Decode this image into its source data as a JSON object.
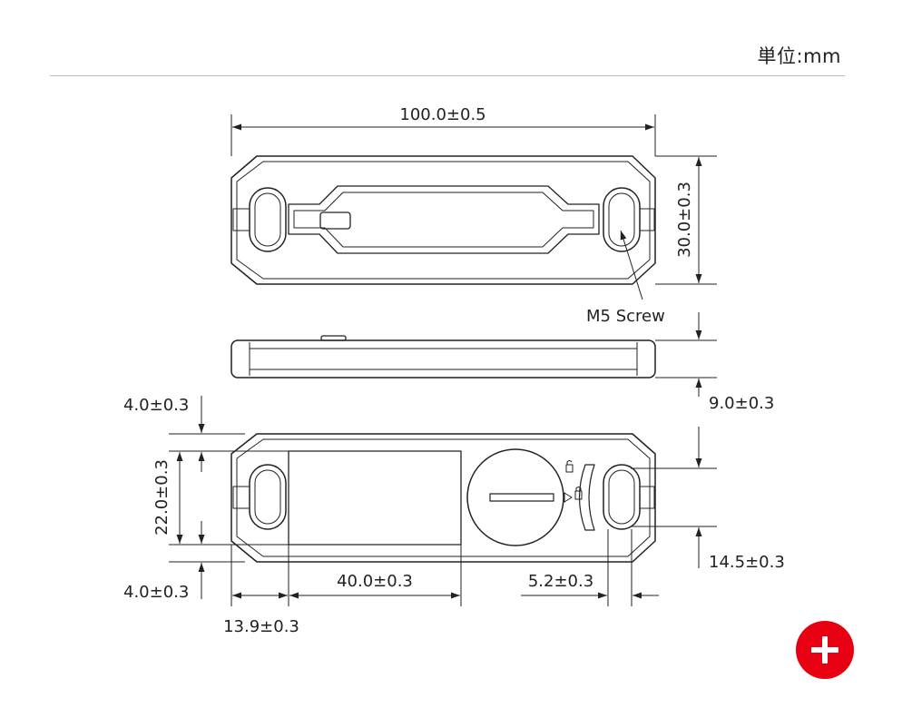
{
  "header": {
    "unit_label": "単位:mm"
  },
  "dimensions": {
    "length": "100.0±0.5",
    "width": "30.0±0.3",
    "thickness": "9.0±0.3",
    "screw_label": "M5 Screw",
    "edge_top": "4.0±0.3",
    "edge_bottom": "4.0±0.3",
    "inner_height": "22.0±0.3",
    "display_width": "40.0±0.3",
    "left_offset": "13.9±0.3",
    "slot_width": "5.2±0.3",
    "right_height": "14.5±0.3"
  },
  "colors": {
    "accent": "#e60012",
    "line": "#222222"
  },
  "zoom_button": {
    "icon": "plus-icon"
  }
}
